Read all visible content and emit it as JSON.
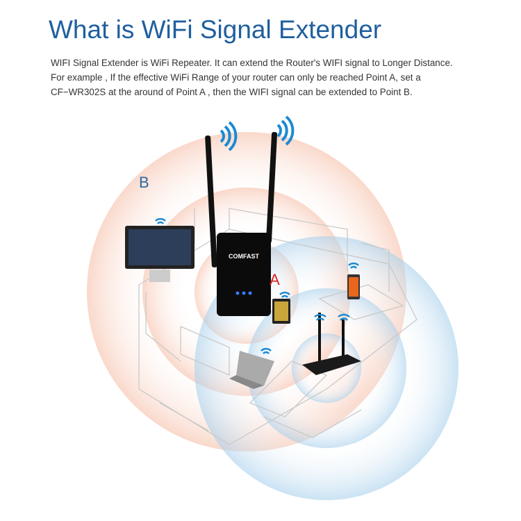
{
  "header": {
    "title": "What is WiFi Signal Extender"
  },
  "description": {
    "lines": [
      "WIFI Signal Extender is WiFi Repeater. It can extend the Router's WIFI signal to Longer Distance.",
      "For example , If the effective WiFi Range of your router can only be reached Point A, set a",
      "CF−WR302S at the around of Point A , then the WIFI signal can be extended to Point B."
    ]
  },
  "diagram": {
    "point_a_label": "A",
    "point_b_label": "B",
    "extender_brand": "COMFAST",
    "colors": {
      "title": "#1f5f9e",
      "extender_range": "#f2b49a",
      "router_range": "#a9cfe8",
      "wifi_icon": "#1a8ad4",
      "point_a": "#e02020",
      "point_b": "#2a6aa8"
    }
  }
}
